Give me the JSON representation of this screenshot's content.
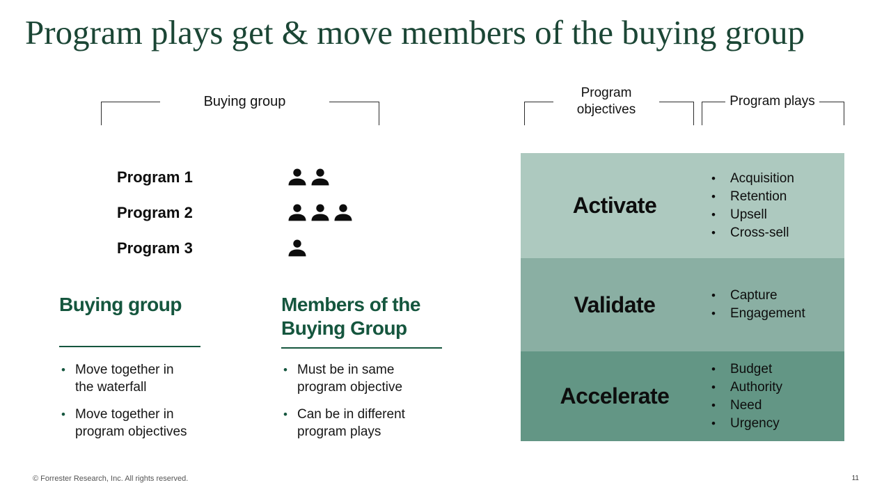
{
  "slide": {
    "title": "Program plays get & move members of the buying group",
    "title_color": "#1b4635",
    "accent_green": "#15563e"
  },
  "left_section": {
    "bracket_label": "Buying group",
    "programs": [
      {
        "label": "Program 1",
        "members": 2
      },
      {
        "label": "Program 2",
        "members": 3
      },
      {
        "label": "Program 3",
        "members": 1
      }
    ],
    "columns": [
      {
        "heading": "Buying group",
        "bullets": [
          "Move together in the waterfall",
          "Move together in program objectives"
        ]
      },
      {
        "heading": "Members of the Buying Group",
        "bullets": [
          "Must be in same program objective",
          "Can be in different program plays"
        ]
      }
    ]
  },
  "right_section": {
    "bracket_objectives_label": "Program objectives",
    "bracket_plays_label": "Program plays",
    "rows": [
      {
        "objective": "Activate",
        "plays": [
          "Acquisition",
          "Retention",
          "Upsell",
          "Cross-sell"
        ],
        "bg": "#adc9bf"
      },
      {
        "objective": "Validate",
        "plays": [
          "Capture",
          "Engagement"
        ],
        "bg": "#8aafa3"
      },
      {
        "objective": "Accelerate",
        "plays": [
          "Budget",
          "Authority",
          "Need",
          "Urgency"
        ],
        "bg": "#639685"
      }
    ]
  },
  "footer": {
    "copyright": "© Forrester Research, Inc. All rights reserved.",
    "page_number": "11"
  }
}
